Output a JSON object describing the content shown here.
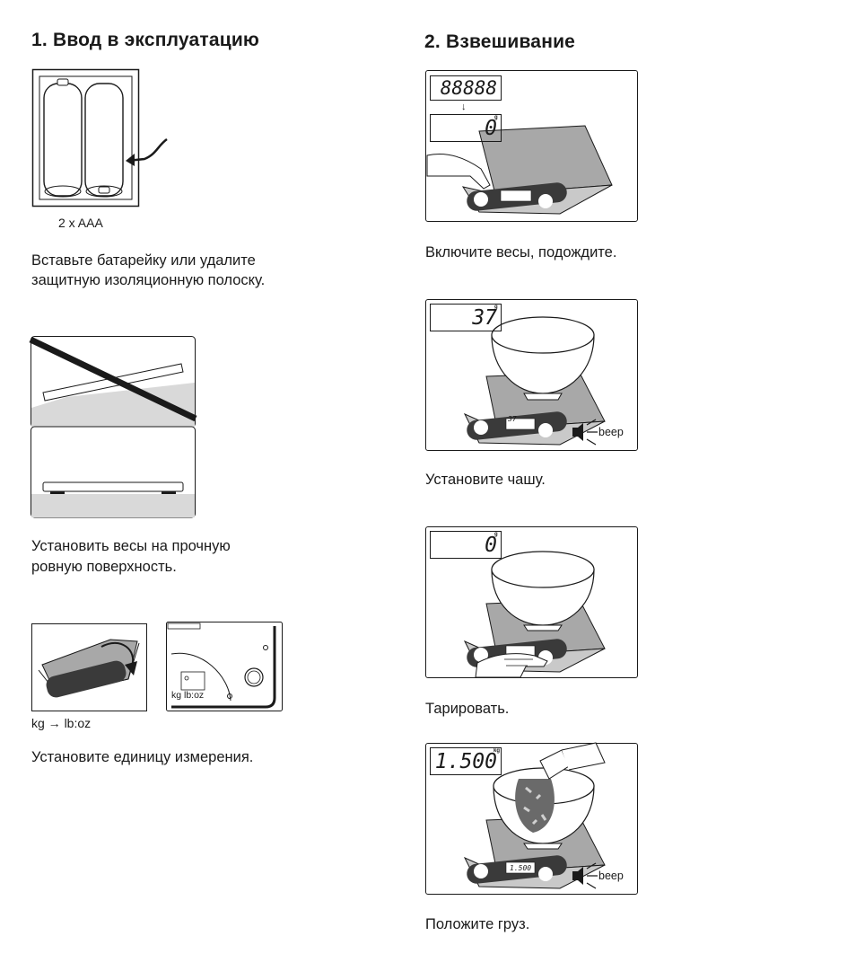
{
  "section1": {
    "title": "1. Ввод в эксплуатацию",
    "battery_label": "2 x AAA",
    "battery_caption_1": "Вставьте батарейку или удалите",
    "battery_caption_2": "защитную изоляционную полоску.",
    "surface_caption_1": "Установить весы на прочную",
    "surface_caption_2": "ровную поверхность.",
    "switch_label": "kg lb:oz",
    "unit_label": "kg → lb:oz",
    "unit_caption": "Установите единицу измерения."
  },
  "section2": {
    "title": "2. Взвешивание",
    "step1": {
      "display_all": "88888",
      "arrow": "↓",
      "unit": "g",
      "display": "0",
      "caption": "Включите весы, подождите."
    },
    "step2": {
      "unit": "g",
      "display": "37",
      "scale_display": "37",
      "beep": "beep",
      "caption": "Установите чашу."
    },
    "step3": {
      "unit": "g",
      "display": "0",
      "caption": "Тарировать."
    },
    "step4": {
      "unit": "kg",
      "display": "1.500",
      "scale_display": "1.500",
      "beep": "beep",
      "caption": "Положите груз."
    }
  },
  "colors": {
    "ink": "#1a1a1a",
    "platform": "#a8a8a8",
    "surface": "#d9d9d9"
  }
}
